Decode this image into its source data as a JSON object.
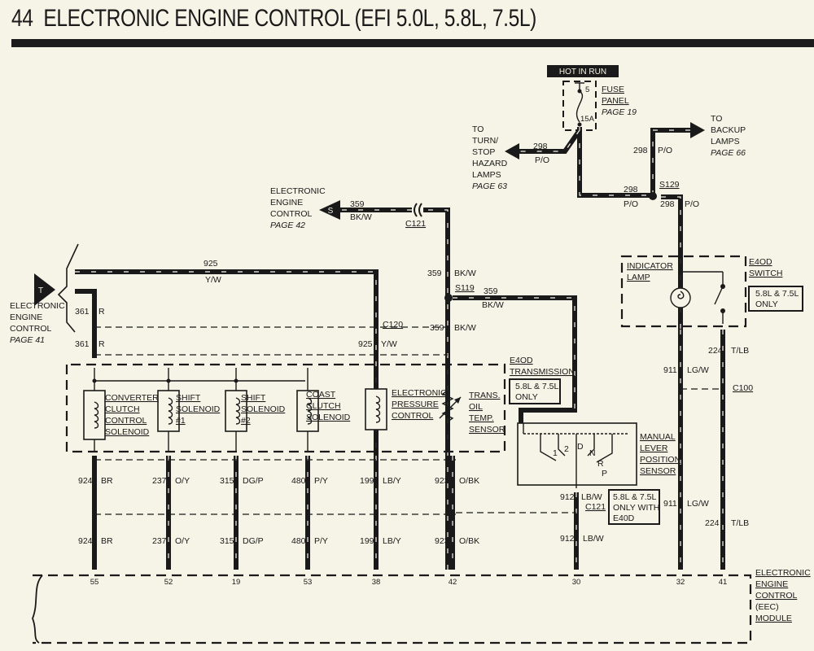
{
  "page": {
    "number": "44",
    "title": "ELECTRONIC ENGINE CONTROL (EFI 5.0L, 5.8L, 7.5L)"
  },
  "power": {
    "hot_label": "HOT IN RUN",
    "fuse_number": "5",
    "fuse_rating": "15A",
    "fuse_panel": [
      "FUSE",
      "PANEL"
    ],
    "fuse_page": "PAGE 19"
  },
  "destinations": {
    "turn_stop": [
      "TO",
      "TURN/",
      "STOP",
      "HAZARD",
      "LAMPS"
    ],
    "turn_stop_page": "PAGE 63",
    "backup": [
      "TO",
      "BACKUP",
      "LAMPS"
    ],
    "backup_page": "PAGE 66",
    "eec_42": [
      "ELECTRONIC",
      "ENGINE",
      "CONTROL"
    ],
    "eec_42_page": "PAGE 42",
    "eec_42_symbol": "S",
    "eec_41": [
      "ELECTRONIC",
      "ENGINE",
      "CONTROL"
    ],
    "eec_41_page": "PAGE 41",
    "eec_41_symbol": "T"
  },
  "splices": {
    "s129": "S129",
    "s119": "S119"
  },
  "connectors": {
    "c121": "C121",
    "c120": "C120",
    "c100": "C100",
    "c121b": "C121"
  },
  "wires": {
    "w298": {
      "circuit": "298",
      "color": "P/O"
    },
    "w359": {
      "circuit": "359",
      "color": "BK/W"
    },
    "w925": {
      "circuit": "925",
      "color": "Y/W"
    },
    "w361": {
      "circuit": "361",
      "color": "R"
    },
    "w911": {
      "circuit": "911",
      "color": "LG/W"
    },
    "w224": {
      "circuit": "224",
      "color": "T/LB"
    },
    "w912": {
      "circuit": "912",
      "color": "LB/W"
    },
    "w924": {
      "circuit": "924",
      "color": "BR"
    },
    "w237": {
      "circuit": "237",
      "color": "O/Y"
    },
    "w315": {
      "circuit": "315",
      "color": "DG/P"
    },
    "w480": {
      "circuit": "480",
      "color": "P/Y"
    },
    "w199": {
      "circuit": "199",
      "color": "LB/Y"
    },
    "w923": {
      "circuit": "923",
      "color": "O/BK"
    }
  },
  "components": {
    "indicator_lamp": [
      "INDICATOR",
      "LAMP"
    ],
    "e4od_switch": [
      "E4OD",
      "SWITCH"
    ],
    "e4od_switch_note": [
      "5.8L & 7.5L",
      "ONLY"
    ],
    "transmission": [
      "E4OD",
      "TRANSMISSION"
    ],
    "transmission_note": [
      "5.8L & 7.5L",
      "ONLY"
    ],
    "converter_clutch": [
      "CONVERTER",
      "CLUTCH",
      "CONTROL",
      "SOLENOID"
    ],
    "shift1": [
      "SHIFT",
      "SOLENOID",
      "#1"
    ],
    "shift2": [
      "SHIFT",
      "SOLENOID",
      "#2"
    ],
    "coast_clutch": [
      "COAST",
      "CLUTCH",
      "SOLENOID"
    ],
    "epc": [
      "ELECTRONIC",
      "PRESSURE",
      "CONTROL"
    ],
    "tot_sensor": [
      "TRANS.",
      "OIL",
      "TEMP.",
      "SENSOR"
    ],
    "mlps": [
      "MANUAL",
      "LEVER",
      "POSITION",
      "SENSOR"
    ],
    "mlps_positions": [
      "1",
      "2",
      "D",
      "N",
      "R",
      "P"
    ],
    "mlps_note": [
      "5.8L & 7.5L",
      "ONLY WITH",
      "E40D"
    ],
    "eec_module": [
      "ELECTRONIC",
      "ENGINE",
      "CONTROL",
      "(EEC)",
      "MODULE"
    ]
  },
  "eec_pins": [
    "55",
    "52",
    "19",
    "53",
    "38",
    "42",
    "30",
    "32",
    "41"
  ]
}
